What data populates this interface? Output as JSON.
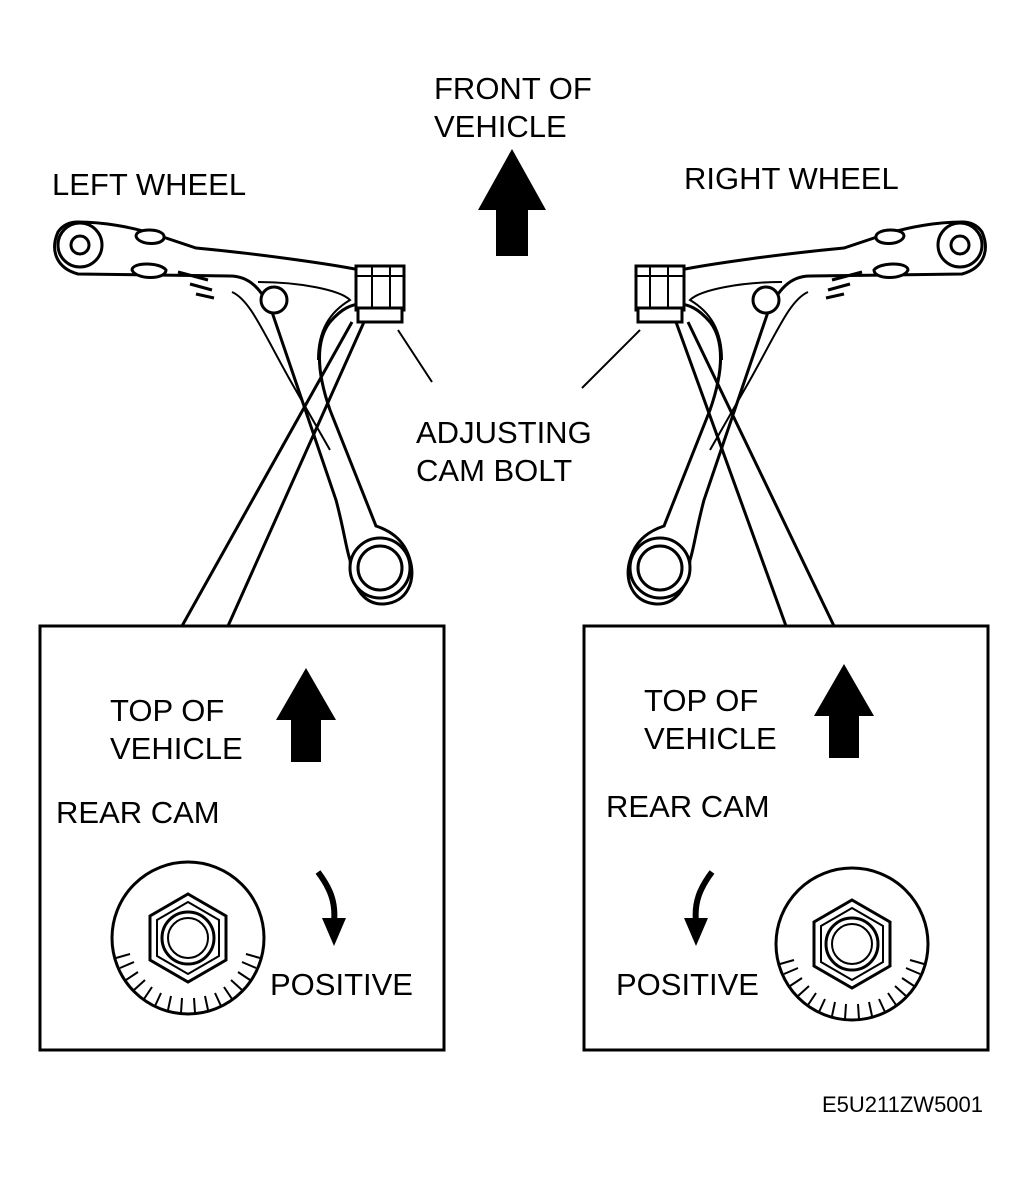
{
  "labels": {
    "front_of_vehicle": [
      "FRONT OF",
      "VEHICLE"
    ],
    "left_wheel": "LEFT WHEEL",
    "right_wheel": "RIGHT WHEEL",
    "adjusting_cam_bolt": [
      "ADJUSTING",
      "CAM BOLT"
    ],
    "left_panel": {
      "top_of_vehicle": [
        "TOP OF",
        "VEHICLE"
      ],
      "rear_cam": "REAR CAM",
      "positive": "POSITIVE"
    },
    "right_panel": {
      "top_of_vehicle": [
        "TOP OF",
        "VEHICLE"
      ],
      "rear_cam": "REAR CAM",
      "positive": "POSITIVE"
    },
    "figure_code": "E5U211ZW5001"
  },
  "icons": {
    "front_arrow": "arrow-up-icon",
    "top_arrow": "arrow-up-icon",
    "rotation_arrow": "curved-arrow-icon",
    "cam_nut": "hex-nut-icon"
  },
  "colors": {
    "ink": "#000000",
    "paper": "#ffffff"
  }
}
